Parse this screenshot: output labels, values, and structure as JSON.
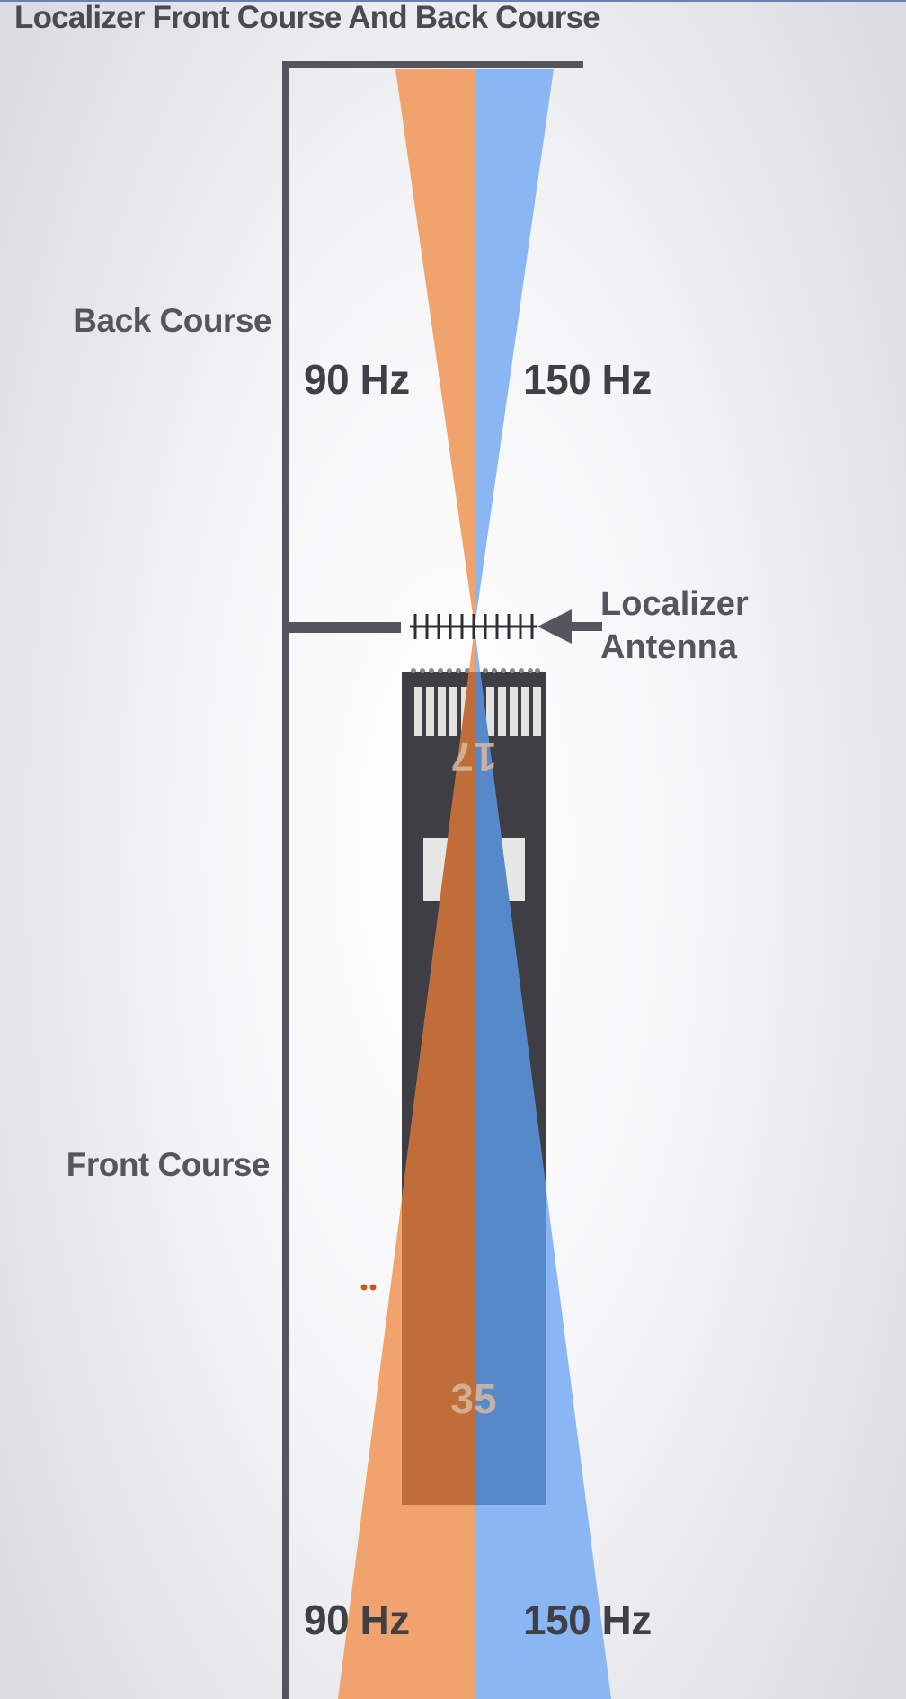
{
  "title": "Localizer Front Course And Back Course",
  "labels": {
    "back_course": "Back Course",
    "front_course": "Front Course",
    "antenna_line1": "Localizer",
    "antenna_line2": "Antenna",
    "freq_left_top": "90 Hz",
    "freq_right_top": "150 Hz",
    "freq_left_bottom": "90 Hz",
    "freq_right_bottom": "150 Hz"
  },
  "runway": {
    "number_top": "17",
    "number_bottom": "35"
  },
  "colors": {
    "ninety_hz": "#f0a36c",
    "one_fifty_hz": "#8ab6f3",
    "ninety_hz_over_runway": "#a55a2b",
    "one_fifty_hz_over_runway": "#4473a8",
    "runway": "#3f3e44",
    "structure": "#55555d"
  }
}
